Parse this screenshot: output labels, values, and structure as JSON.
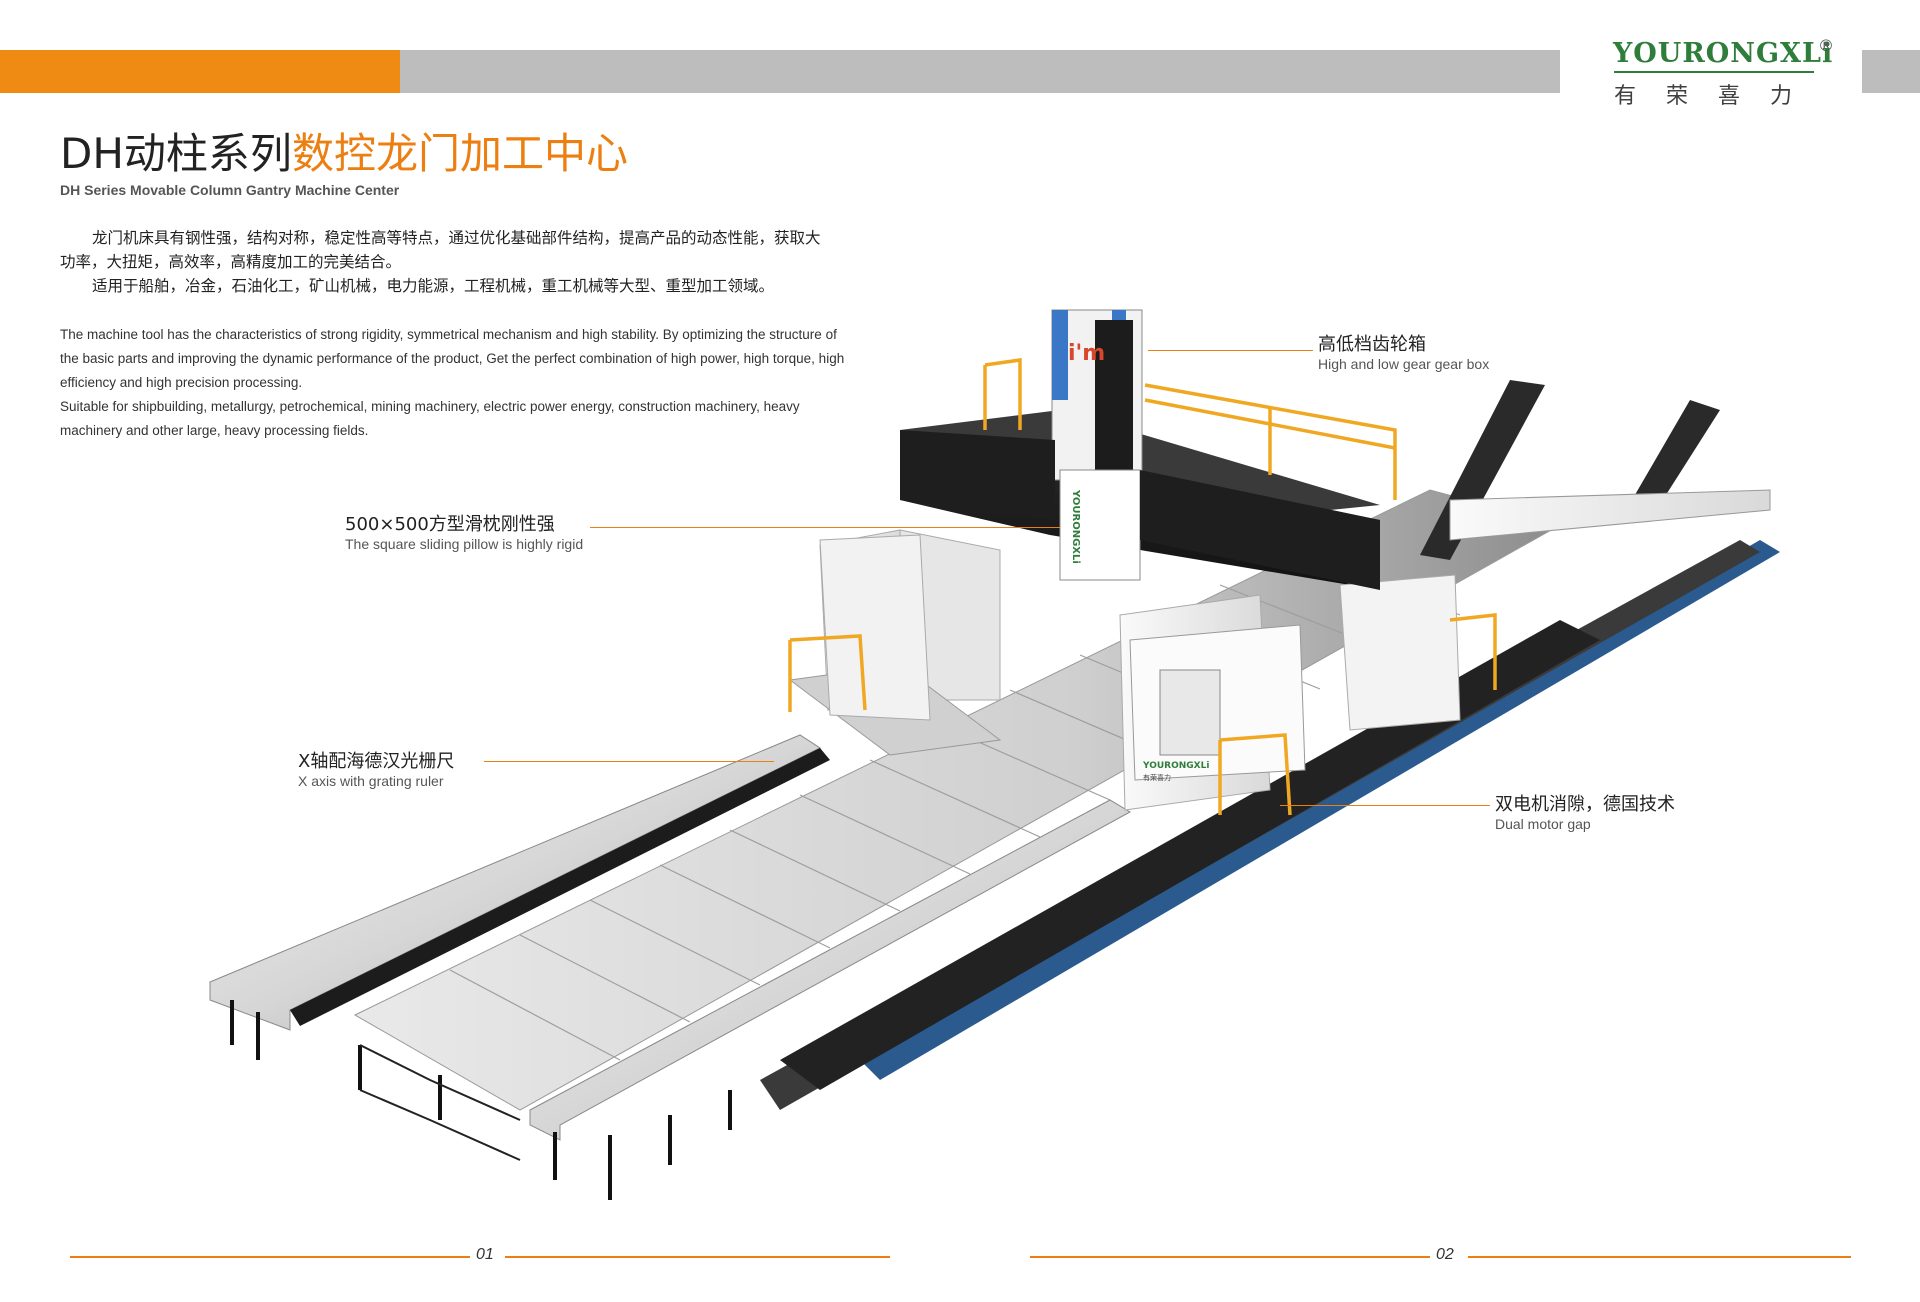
{
  "brand": {
    "logo_text": "YOURONGXLi",
    "registered": "®",
    "logo_cn": "有荣喜力"
  },
  "title": {
    "black_part": "DH动柱系列",
    "orange_part": "数控龙门加工中心",
    "subtitle": "DH Series Movable Column Gantry Machine Center"
  },
  "intro_cn": {
    "line1": "龙门机床具有钢性强，结构对称，稳定性高等特点，通过优化基础部件结构，提高产品的动态性能，获取大",
    "line2": "功率，大扭矩，高效率，高精度加工的完美结合。",
    "line3": "适用于船舶，冶金，石油化工，矿山机械，电力能源，工程机械，重工机械等大型、重型加工领域。"
  },
  "intro_en": {
    "line1": "The machine tool has the characteristics of strong rigidity, symmetrical mechanism and high stability. By optimizing the structure of",
    "line2": "the basic parts and improving the dynamic performance of the product, Get the perfect combination of high power, high torque, high",
    "line3": "efficiency and high precision processing.",
    "line4": "Suitable for shipbuilding, metallurgy, petrochemical, mining machinery, electric power energy, construction machinery, heavy",
    "line5": "machinery and other large, heavy processing fields."
  },
  "callouts": {
    "gearbox": {
      "cn": "高低档齿轮箱",
      "en": "High and low gear gear box"
    },
    "pillow": {
      "cn": "500×500方型滑枕刚性强",
      "en": "The square sliding pillow is highly rigid"
    },
    "grating": {
      "cn": "X轴配海德汉光栅尺",
      "en": "X axis with grating ruler"
    },
    "motor": {
      "cn": "双电机消隙，德国技术",
      "en": "Dual motor gap"
    }
  },
  "machine": {
    "head_logo": "i'm",
    "column_label": "YOURONGXLi",
    "cabin_label": "YOURONGXLi",
    "cabin_label_cn": "有荣喜力"
  },
  "footer": {
    "page_left": "01",
    "page_right": "02"
  },
  "colors": {
    "accent": "#ec7f12",
    "bar_gray": "#bdbdbd",
    "brand_green": "#2f7d3b",
    "rail_blue": "#2b5a8e"
  }
}
